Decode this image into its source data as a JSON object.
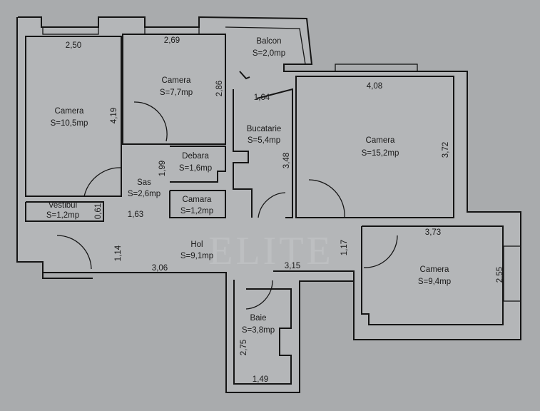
{
  "watermark": "ELITE",
  "rooms": [
    {
      "name": "Camera",
      "area": "S=10,5mp"
    },
    {
      "name": "Camera",
      "area": "S=7,7mp"
    },
    {
      "name": "Balcon",
      "area": "S=2,0mp"
    },
    {
      "name": "Bucatarie",
      "area": "S=5,4mp"
    },
    {
      "name": "Camera",
      "area": "S=15,2mp"
    },
    {
      "name": "Debara",
      "area": "S=1,6mp"
    },
    {
      "name": "Sas",
      "area": "S=2,6mp"
    },
    {
      "name": "Camara",
      "area": "S=1,2mp"
    },
    {
      "name": "Vestibul",
      "area": "S=1,2mp"
    },
    {
      "name": "Hol",
      "area": "S=9,1mp"
    },
    {
      "name": "Camera",
      "area": "S=9,4mp"
    },
    {
      "name": "Baie",
      "area": "S=3,8mp"
    }
  ],
  "dimensions": [
    "2,50",
    "4,19",
    "2,69",
    "2,86",
    "1,64",
    "3,48",
    "4,08",
    "3,72",
    "1,99",
    "0,61",
    "1,63",
    "1,14",
    "3,06",
    "1,17",
    "3,15",
    "3,73",
    "2,55",
    "2,75",
    "1,49"
  ]
}
